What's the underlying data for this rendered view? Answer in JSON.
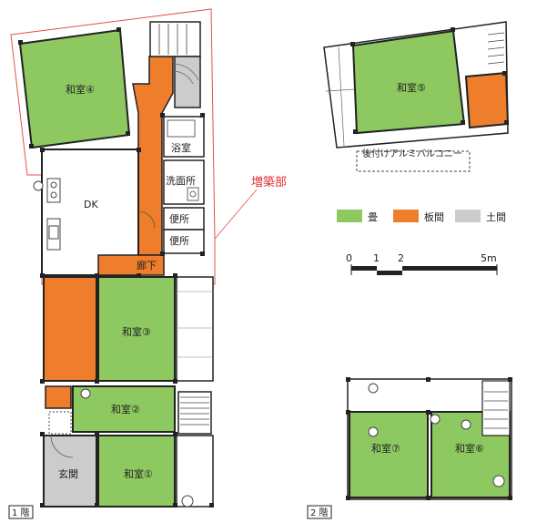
{
  "colors": {
    "tatami": "#8dc860",
    "wood": "#ee7d2c",
    "dirt": "#cccccc",
    "wall": "#222222",
    "extension_outline": "#e05050",
    "extension_label": "#e03030"
  },
  "floor1": {
    "rooms": {
      "washitsu4": "和室④",
      "dk": "DK",
      "yokushitsu": "浴室",
      "senmenjo": "洗面所",
      "benjo_a": "便所",
      "benjo_b": "便所",
      "rouka": "廊下",
      "washitsu3": "和室③",
      "washitsu2": "和室②",
      "genkan": "玄関",
      "washitsu1": "和室①"
    },
    "floor_label": "1 階",
    "extension_label": "増築部"
  },
  "floor2": {
    "rooms": {
      "washitsu5": "和室⑤",
      "washitsu7": "和室⑦",
      "washitsu6": "和室⑥"
    },
    "balcony_label": "後付けアルミバルコニー",
    "floor_label": "2 階"
  },
  "legend": {
    "items": [
      {
        "label": "畳",
        "color_key": "tatami"
      },
      {
        "label": "板間",
        "color_key": "wood"
      },
      {
        "label": "土間",
        "color_key": "dirt"
      }
    ]
  },
  "scale": {
    "ticks": [
      "0",
      "1",
      "2",
      "5m"
    ]
  }
}
